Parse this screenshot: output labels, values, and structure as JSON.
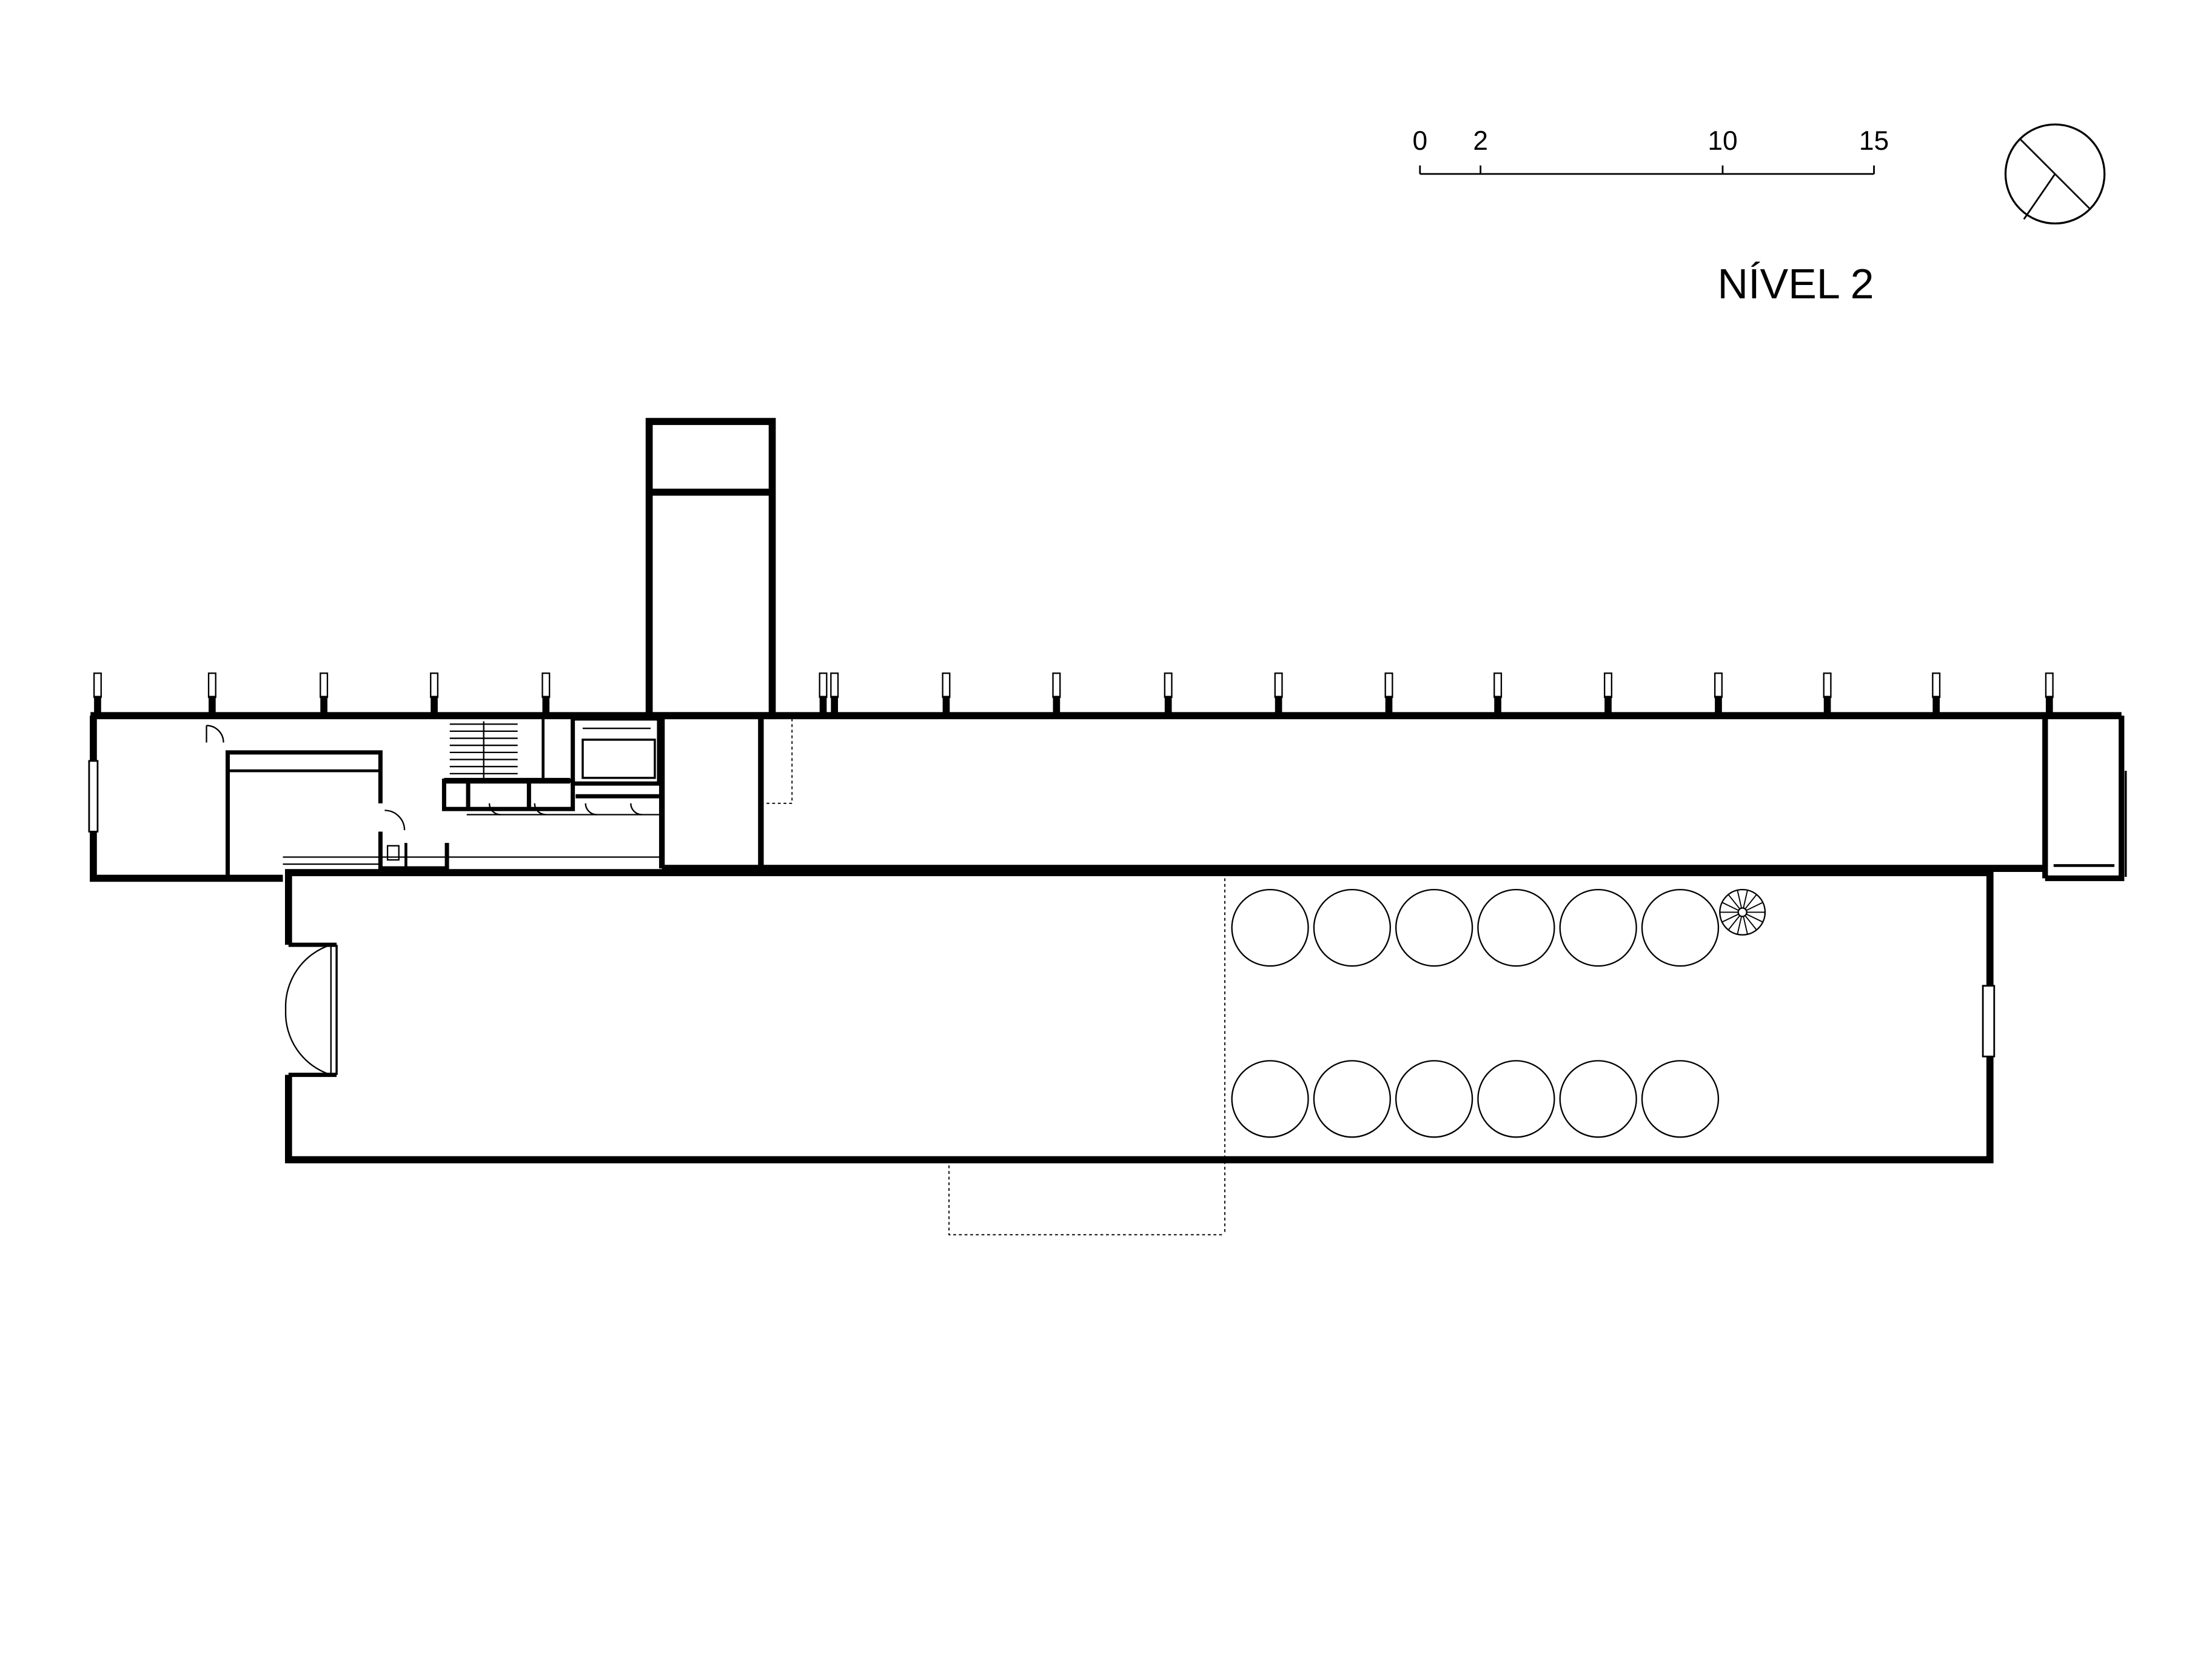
{
  "title": "NÍVEL 2",
  "scale_bar": {
    "ticks": [
      {
        "label": "0",
        "value": 0
      },
      {
        "label": "2",
        "value": 2
      },
      {
        "label": "10",
        "value": 10
      },
      {
        "label": "15",
        "value": 15
      }
    ],
    "max": 15
  },
  "colors": {
    "background": "#ffffff",
    "lines": "#000000"
  },
  "icons": {
    "north_arrow": "north-arrow-icon",
    "spiral_stair": "spiral-stair-icon"
  }
}
